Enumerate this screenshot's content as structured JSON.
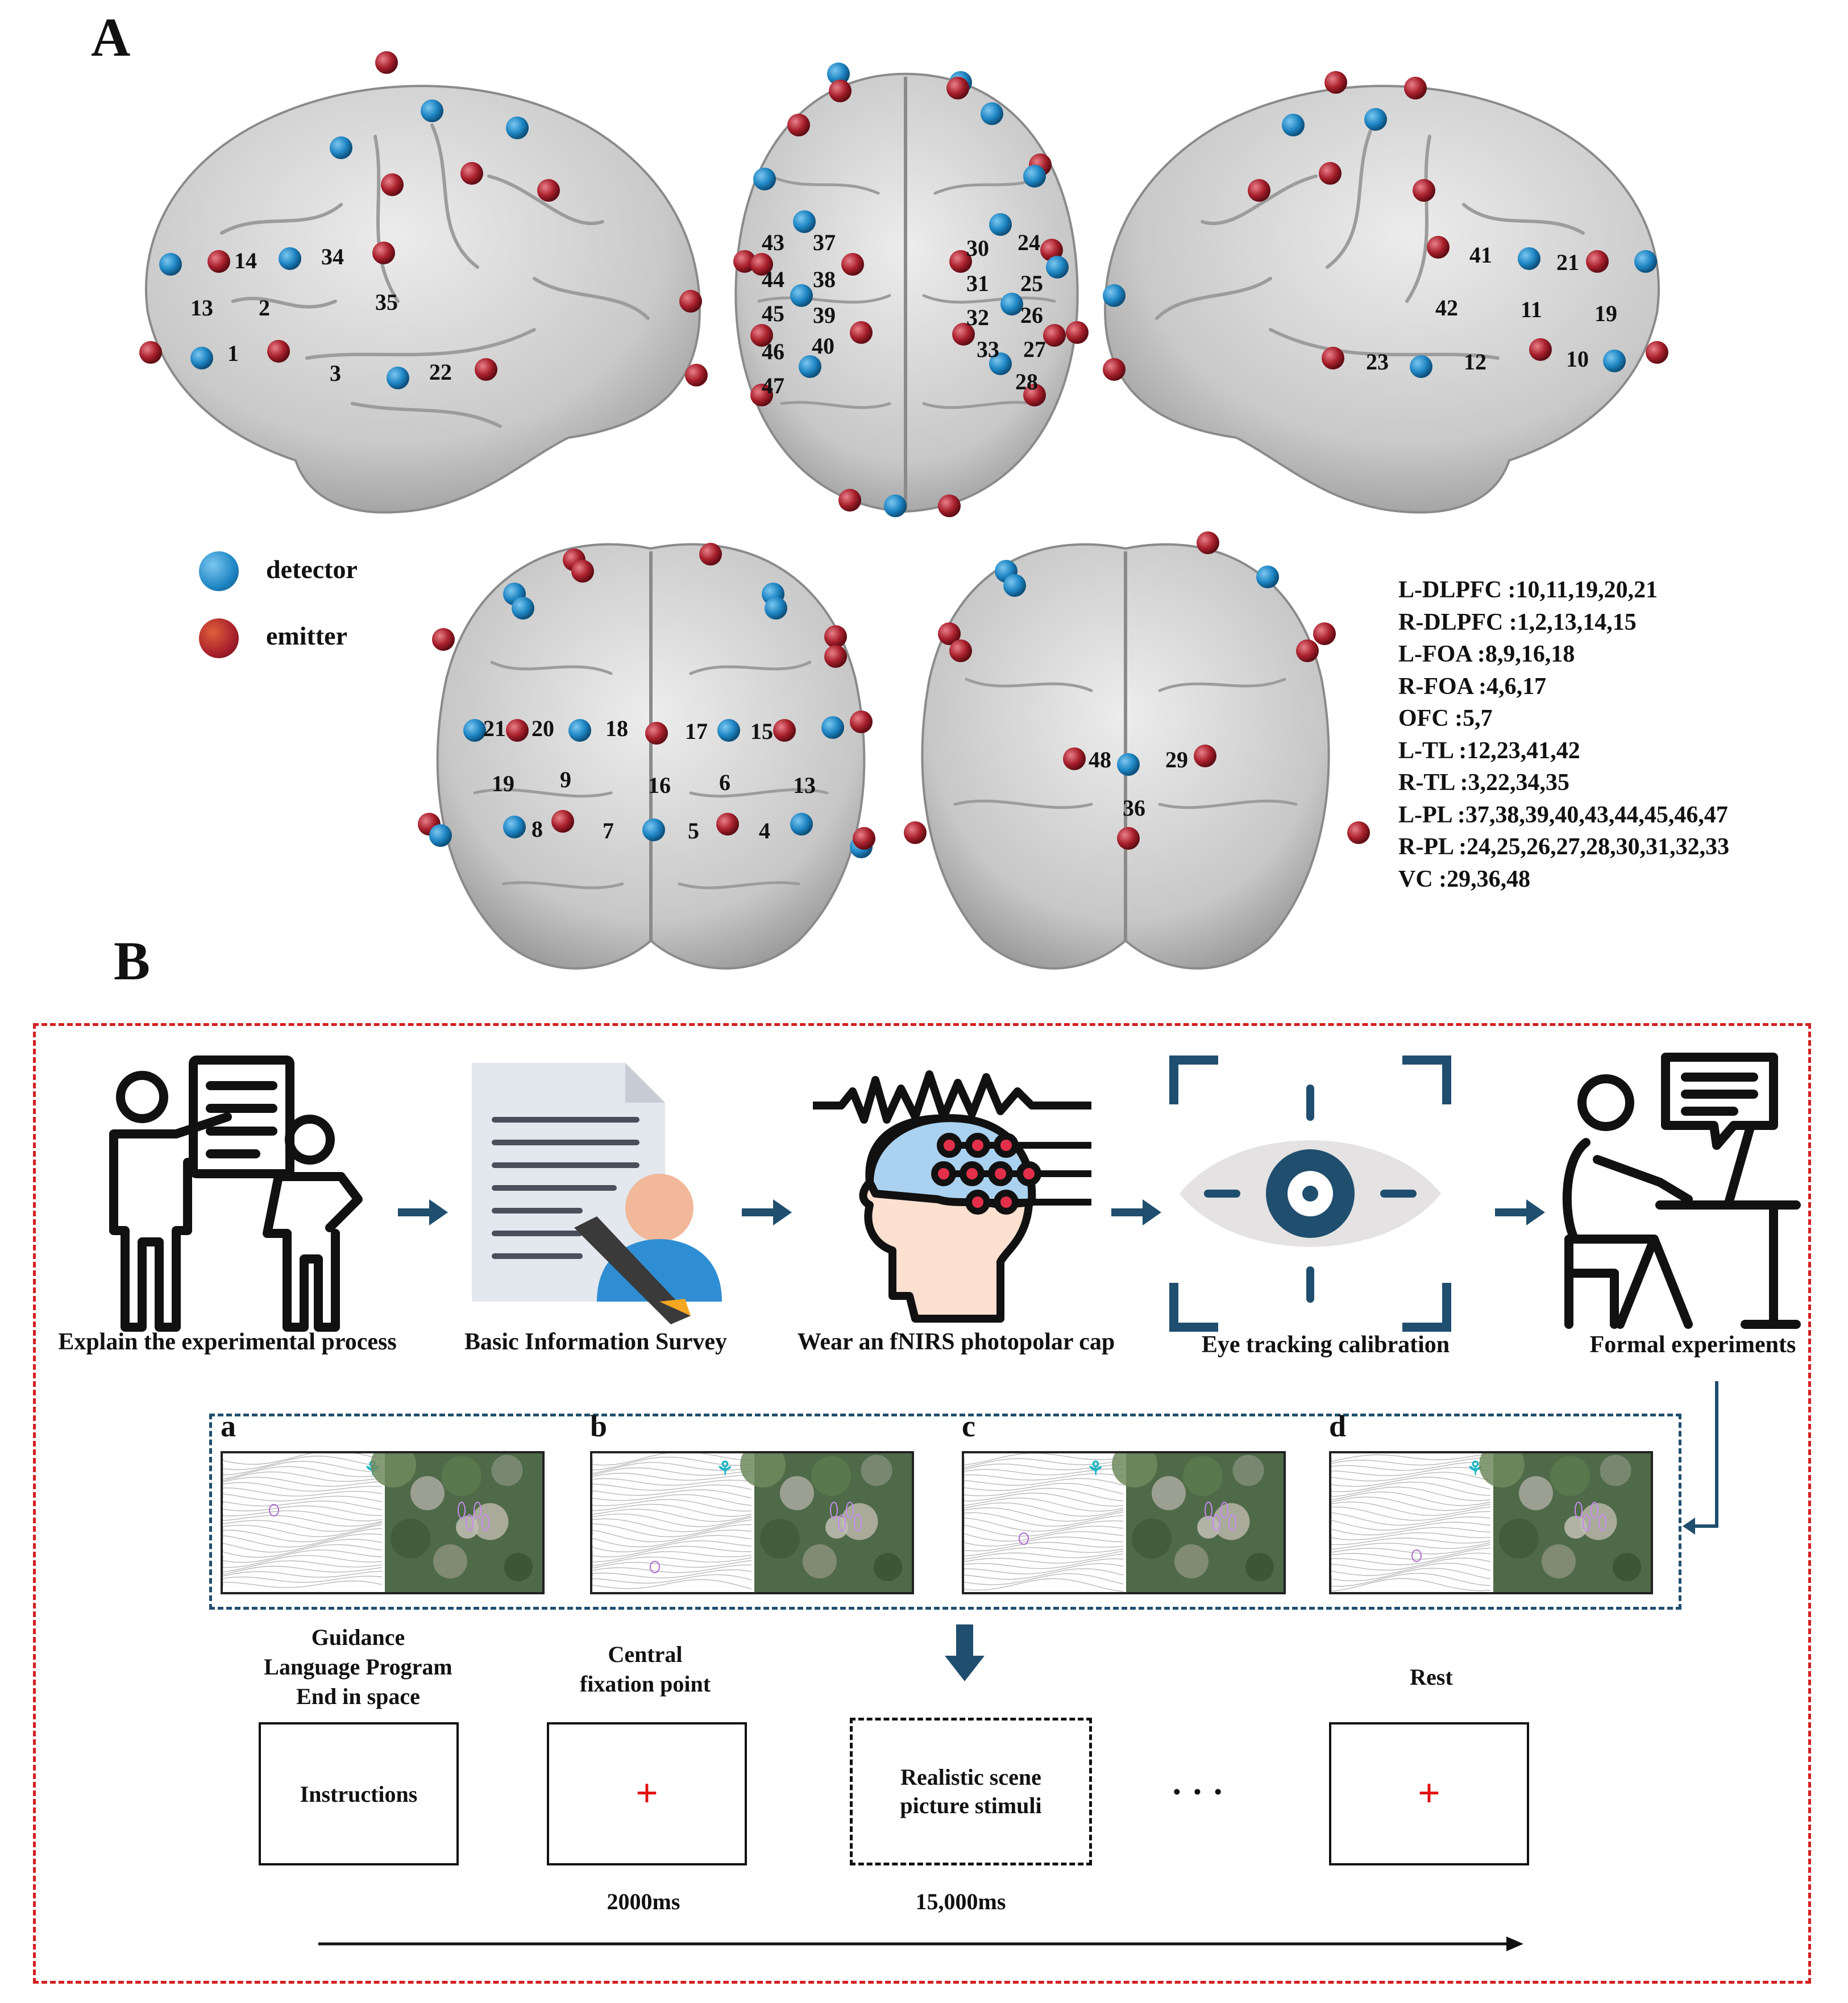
{
  "panel_a": {
    "letter": "A",
    "legend": [
      {
        "label": "detector",
        "color": "#1f86c4"
      },
      {
        "label": "emitter",
        "color": "#a8202c"
      }
    ],
    "regions": [
      "L-DLPFC :10,11,19,20,21",
      "R-DLPFC :1,2,13,14,15",
      "L-FOA :8,9,16,18",
      "R-FOA :4,6,17",
      "OFC :5,7",
      "L-TL :12,23,41,42",
      "R-TL :3,22,34,35",
      "L-PL :37,38,39,40,43,44,45,46,47",
      "R-PL :24,25,26,27,28,30,31,32,33",
      "VC :29,36,48"
    ],
    "brain_right_labels": [
      "14",
      "34",
      "13",
      "2",
      "35",
      "1",
      "3",
      "22"
    ],
    "brain_top_labels": [
      "43",
      "37",
      "30",
      "24",
      "44",
      "38",
      "31",
      "25",
      "45",
      "39",
      "32",
      "26",
      "46",
      "40",
      "33",
      "27",
      "47",
      "28"
    ],
    "brain_left_labels": [
      "41",
      "21",
      "42",
      "11",
      "19",
      "23",
      "12",
      "10"
    ],
    "brain_front_labels": [
      "21",
      "20",
      "18",
      "17",
      "15",
      "19",
      "9",
      "16",
      "6",
      "13",
      "8",
      "7",
      "5",
      "4"
    ],
    "brain_back_labels": [
      "48",
      "29",
      "36"
    ]
  },
  "panel_b": {
    "letter": "B",
    "steps": [
      {
        "label": "Explain the experimental process",
        "icon": "teacher-presentation-icon"
      },
      {
        "label": "Basic Information Survey",
        "icon": "survey-document-icon"
      },
      {
        "label": "Wear an fNIRS photopolar cap",
        "icon": "fnirs-cap-icon"
      },
      {
        "label": "Eye tracking calibration",
        "icon": "eye-tracking-icon"
      },
      {
        "label": "Formal experiments",
        "icon": "person-at-computer-icon"
      }
    ],
    "stimuli": [
      {
        "letter": "a"
      },
      {
        "letter": "b"
      },
      {
        "letter": "c"
      },
      {
        "letter": "d"
      }
    ],
    "timeline": {
      "instructions": {
        "caption": [
          "Guidance",
          "Language Program",
          "End in space"
        ],
        "box": "Instructions"
      },
      "fixation": {
        "caption": [
          "Central",
          "fixation point"
        ],
        "box": "+",
        "duration": "2000ms"
      },
      "stimulus": {
        "box": [
          "Realistic scene",
          "picture stimuli"
        ],
        "duration": "15,000ms"
      },
      "ellipsis": "· · ·",
      "rest": {
        "caption": "Rest",
        "box": "+"
      }
    }
  }
}
